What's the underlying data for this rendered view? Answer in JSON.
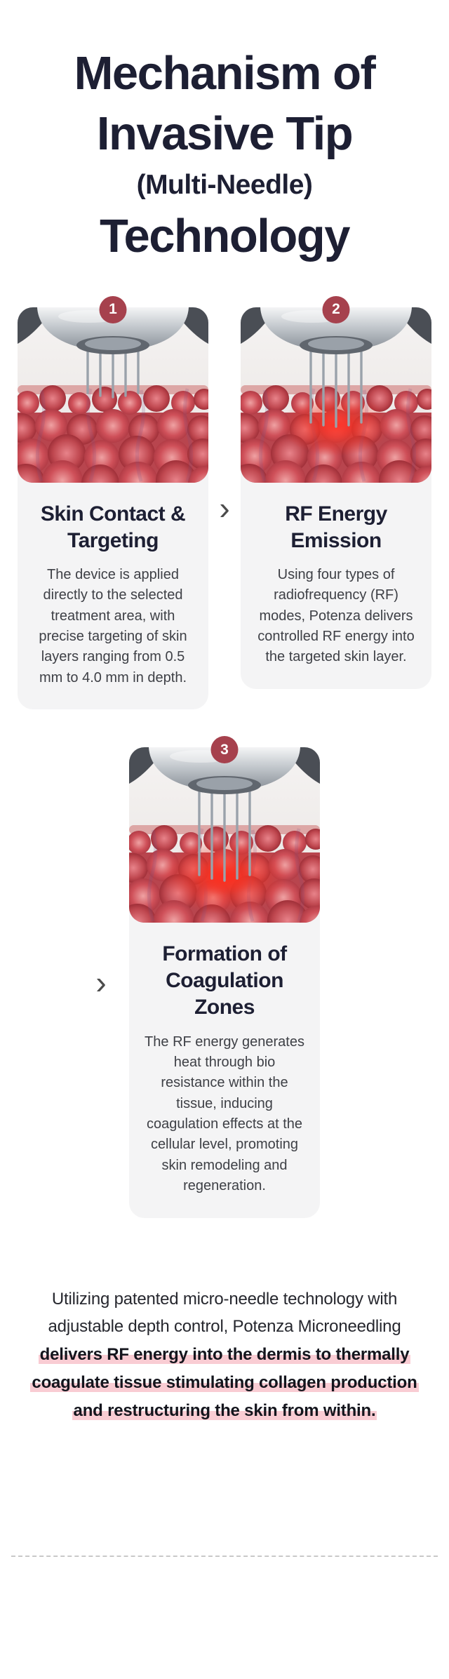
{
  "meta": {
    "background": "#ffffff",
    "accent_red": "#a6414d",
    "highlight_pink": "#f9ccd3",
    "title_color": "#1d1f33",
    "card_bg": "#f4f4f5"
  },
  "header": {
    "line1": "Mechanism of",
    "line2": "Invasive Tip",
    "line3": "(Multi-Needle)",
    "line4": "Technology"
  },
  "arrow_glyph": "›",
  "steps": [
    {
      "number": "1",
      "title": "Skin Contact & Targeting",
      "body": "The device is applied directly to the selected treatment area, with precise targeting of skin layers ranging from 0.5 mm to 4.0 mm in depth.",
      "illustration": "microneedle-tip-contacting-skin-illustration"
    },
    {
      "number": "2",
      "title": "RF Energy Emission",
      "body": "Using four types of radiofrequency (RF) modes, Potenza delivers controlled RF energy into the targeted skin layer.",
      "illustration": "microneedles-emitting-rf-energy-illustration"
    },
    {
      "number": "3",
      "title": "Formation of Coagulation Zones",
      "body": "The RF energy generates heat through bio resistance within the tissue, inducing coagulation effects at the cellular level, promoting skin remodeling and regeneration.",
      "illustration": "coagulation-zones-in-tissue-illustration"
    }
  ],
  "outro": {
    "normal": "Utilizing patented micro-needle technology with adjustable depth control, Potenza Microneedling ",
    "bold_highlighted": "delivers RF energy into the dermis to thermally coagulate tissue stimulating collagen production and restructuring the skin from within."
  }
}
